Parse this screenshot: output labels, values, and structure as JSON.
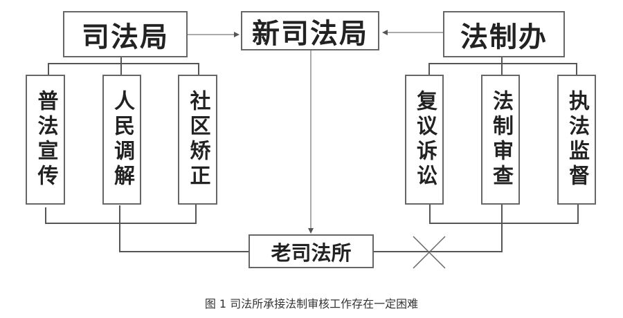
{
  "nodes": {
    "sifaju": "司法局",
    "xin_sifaju": "新司法局",
    "fazhiban": "法制办",
    "lao_sifasuo": "老司法所",
    "left_children": [
      "普法宣传",
      "人民调解",
      "社区矫正"
    ],
    "right_children": [
      "复议诉讼",
      "法制审查",
      "执法监督"
    ]
  },
  "caption": "图 1 司法所承接法制审核工作存在一定困难"
}
